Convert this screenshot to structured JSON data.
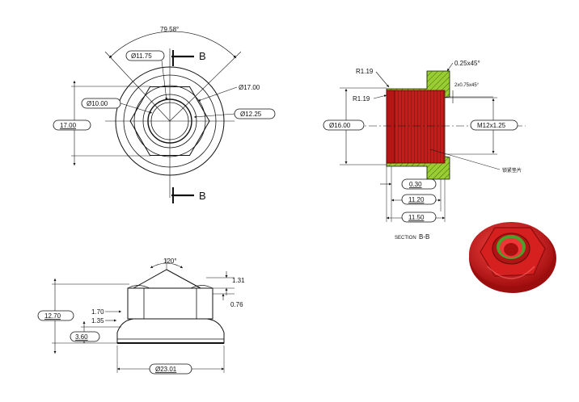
{
  "top_view": {
    "angle_label": "79.58°",
    "section_letter_top": "B",
    "section_letter_bottom": "B",
    "dims": {
      "d_11_75": "Ø11.75",
      "d_17_00": "Ø17.00",
      "d_10_00": "Ø10.00",
      "d_12_25": "Ø12.25",
      "height_17_00": "17.00"
    }
  },
  "section_view": {
    "r1": "R1.19",
    "r2": "R1.19",
    "chamfer1": "0.25x45°",
    "chamfer2": "2x0.75x45°",
    "d_16_00": "Ø16.00",
    "thread": "M12x1.25",
    "d_0_30": "0.30",
    "d_11_20": "11.20",
    "d_11_50": "11.50",
    "caption_prefix": "SECTION",
    "caption_name": "B-B",
    "callout": "锁紧垫片"
  },
  "side_view": {
    "angle_label": "120°",
    "d_1_31": "1.31",
    "d_0_76": "0.76",
    "d_1_70": "1.70",
    "d_1_35": "1.35",
    "d_12_70": "12.70",
    "d_3_60": "3.60",
    "d_23_01": "Ø23.01"
  },
  "colors": {
    "nut_red": "#d11c1c",
    "nut_dark": "#8e0d0d",
    "hatch_green": "#9acd32",
    "line": "#111111"
  }
}
